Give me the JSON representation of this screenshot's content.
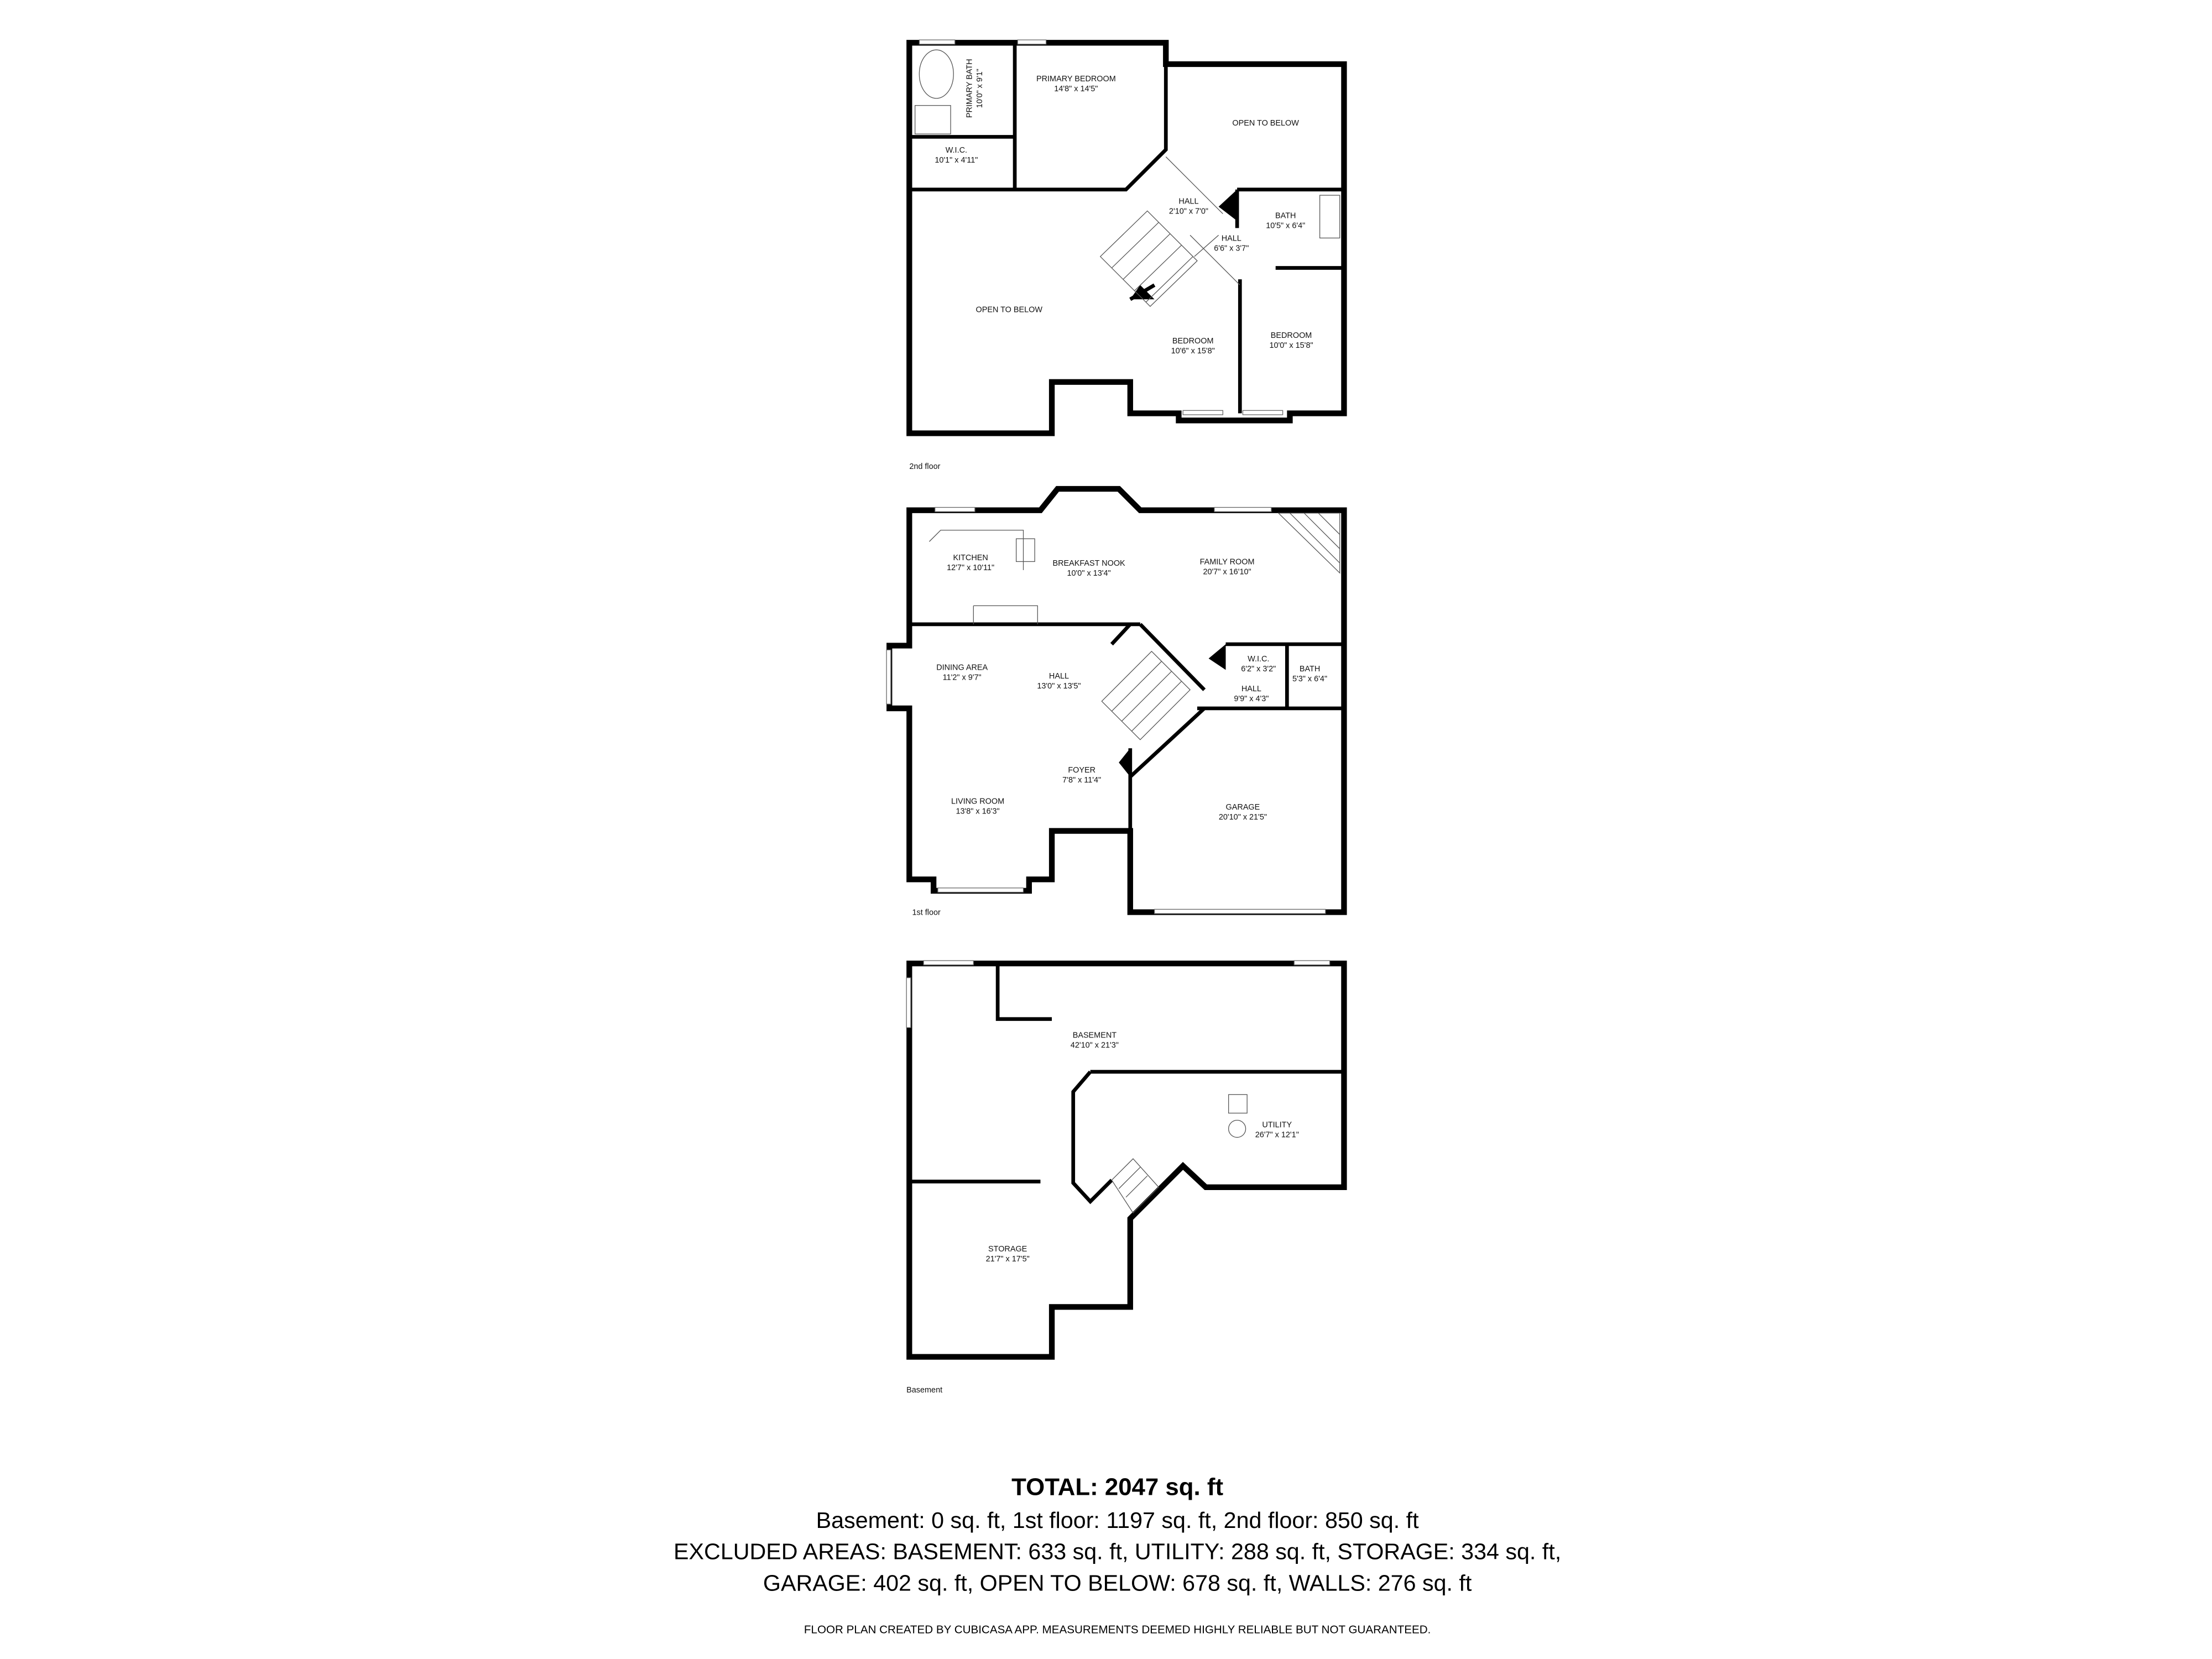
{
  "floors": {
    "second": {
      "label": "2nd floor",
      "rooms": [
        {
          "name": "PRIMARY BEDROOM",
          "size": "14'8\" x 14'5\""
        },
        {
          "name": "PRIMARY BATH",
          "size": "10'0\" x 9'1\""
        },
        {
          "name": "W.I.C.",
          "size": "10'1\" x 4'11\""
        },
        {
          "name": "OPEN TO BELOW",
          "size": ""
        },
        {
          "name": "OPEN TO BELOW",
          "size": ""
        },
        {
          "name": "HALL",
          "size": "2'10\" x 7'0\""
        },
        {
          "name": "HALL",
          "size": "6'6\" x 3'7\""
        },
        {
          "name": "BATH",
          "size": "10'5\" x 6'4\""
        },
        {
          "name": "BEDROOM",
          "size": "10'6\" x 15'8\""
        },
        {
          "name": "BEDROOM",
          "size": "10'0\" x 15'8\""
        }
      ]
    },
    "first": {
      "label": "1st floor",
      "rooms": [
        {
          "name": "KITCHEN",
          "size": "12'7\" x 10'11\""
        },
        {
          "name": "BREAKFAST NOOK",
          "size": "10'0\" x 13'4\""
        },
        {
          "name": "FAMILY ROOM",
          "size": "20'7\" x 16'10\""
        },
        {
          "name": "DINING AREA",
          "size": "11'2\" x 9'7\""
        },
        {
          "name": "HALL",
          "size": "13'0\" x 13'5\""
        },
        {
          "name": "W.I.C.",
          "size": "6'2\" x 3'2\""
        },
        {
          "name": "BATH",
          "size": "5'3\" x 6'4\""
        },
        {
          "name": "HALL",
          "size": "9'9\" x 4'3\""
        },
        {
          "name": "FOYER",
          "size": "7'8\" x 11'4\""
        },
        {
          "name": "LIVING ROOM",
          "size": "13'8\" x 16'3\""
        },
        {
          "name": "GARAGE",
          "size": "20'10\" x 21'5\""
        }
      ]
    },
    "basement": {
      "label": "Basement",
      "rooms": [
        {
          "name": "BASEMENT",
          "size": "42'10\" x 21'3\""
        },
        {
          "name": "UTILITY",
          "size": "26'7\" x 12'1\""
        },
        {
          "name": "STORAGE",
          "size": "21'7\" x 17'5\""
        }
      ]
    }
  },
  "summary": {
    "total": "TOTAL: 2047 sq. ft",
    "line1": "Basement: 0 sq. ft, 1st floor: 1197 sq. ft, 2nd floor: 850 sq. ft",
    "line2": "EXCLUDED AREAS: BASEMENT: 633 sq. ft, UTILITY: 288 sq. ft, STORAGE: 334 sq. ft,",
    "line3": "GARAGE: 402 sq. ft, OPEN TO BELOW: 678 sq. ft, WALLS: 276 sq. ft",
    "disclaimer": "FLOOR PLAN CREATED BY CUBICASA APP. MEASUREMENTS DEEMED HIGHLY RELIABLE BUT NOT GUARANTEED."
  }
}
